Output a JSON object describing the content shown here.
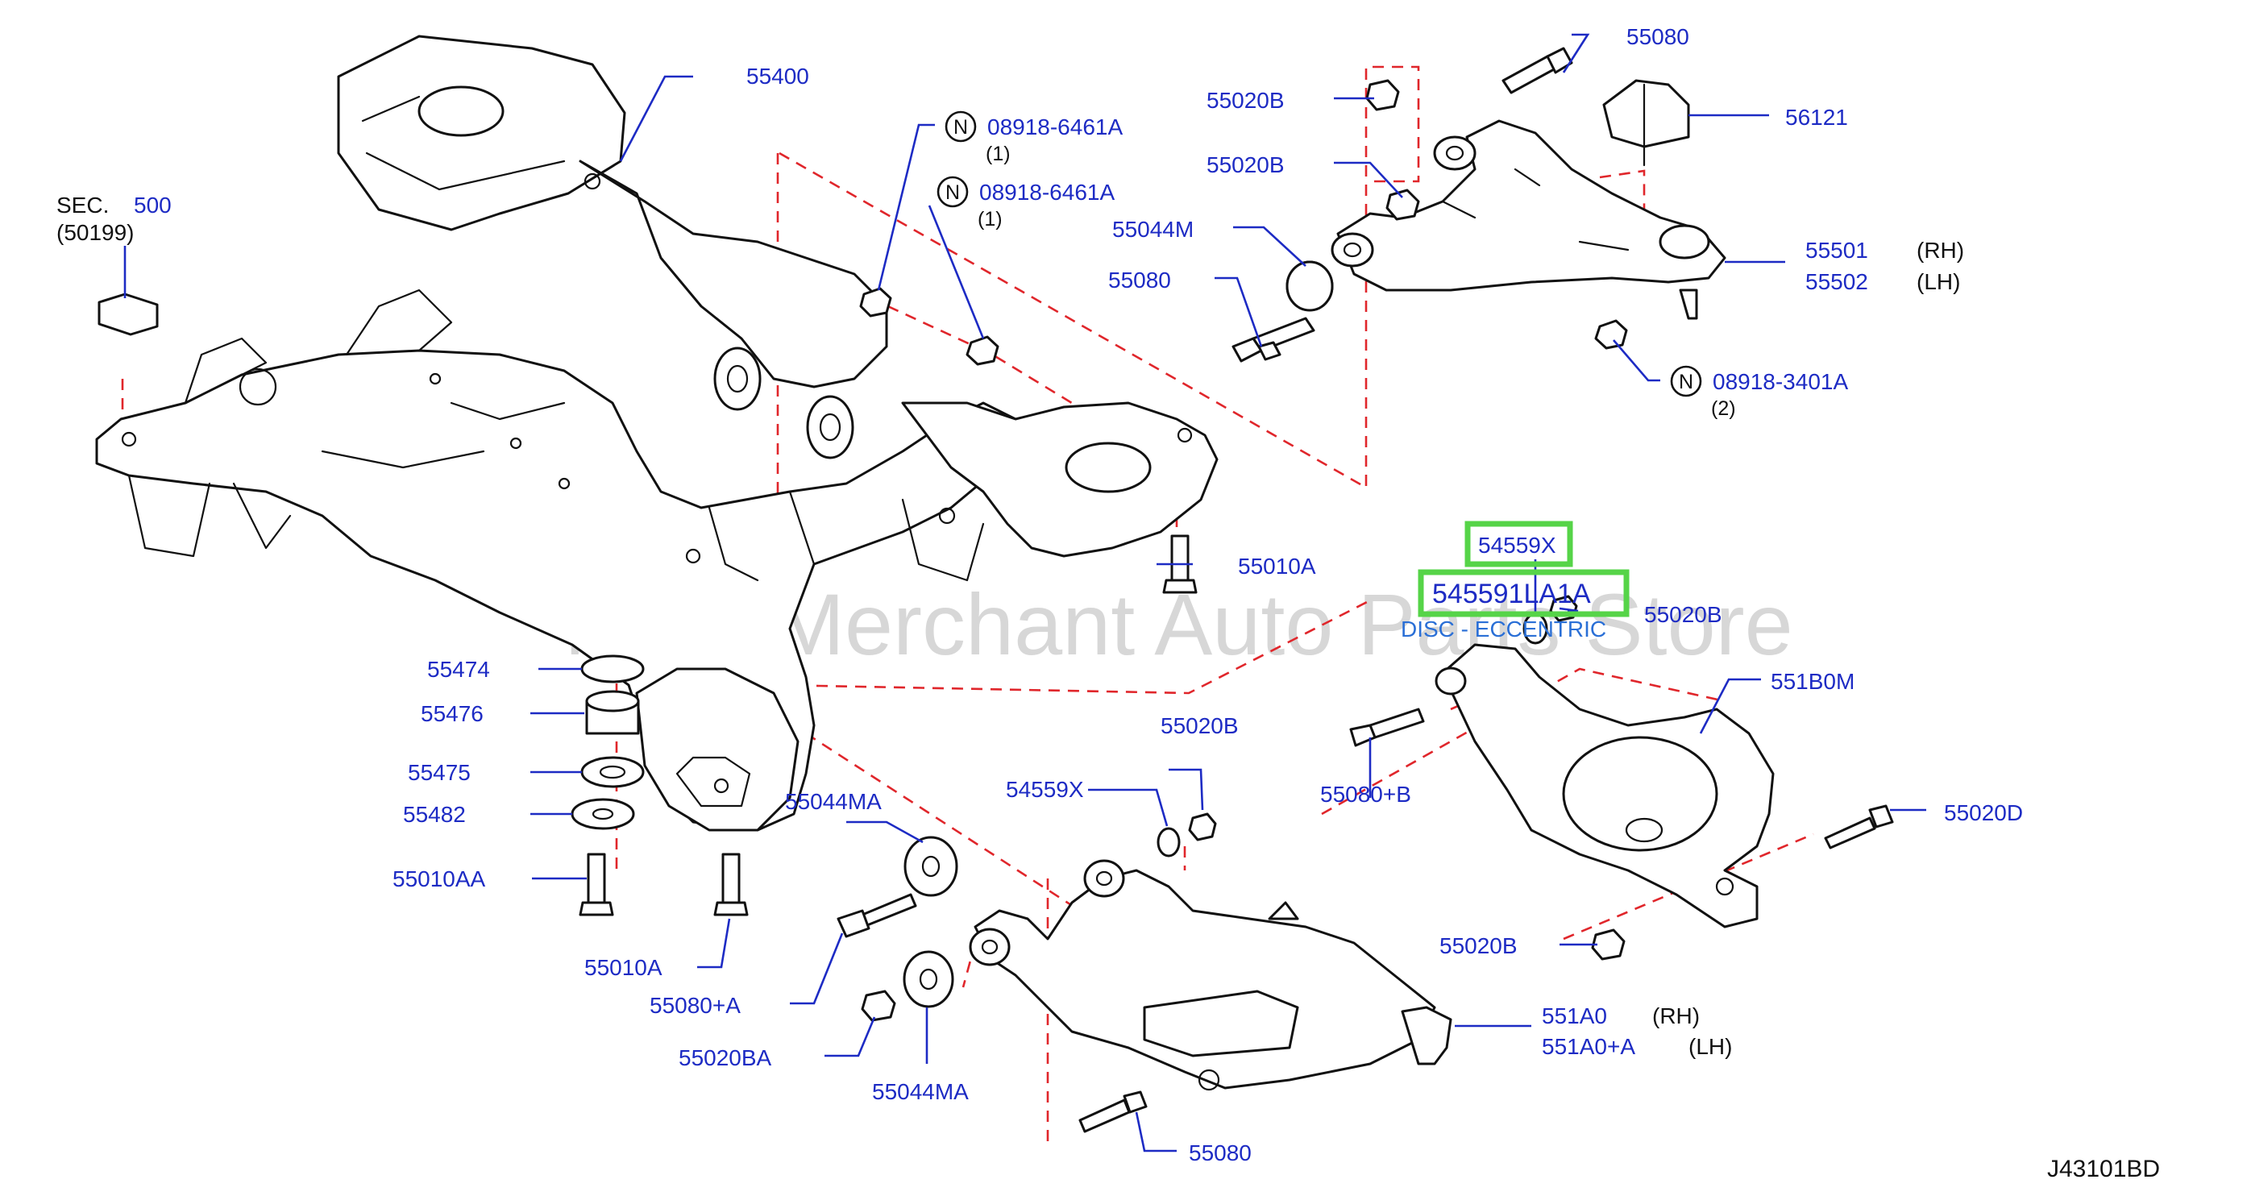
{
  "diagram": {
    "code": "J43101BD",
    "watermark": "Multi Merchant Auto Parts Store",
    "colors": {
      "label": "#1d2bc4",
      "dash": "#e0262b",
      "highlight": "#56d448",
      "ink": "#111111"
    },
    "labels": {
      "l55400": "55400",
      "sec_label": "SEC.",
      "sec_num": "500",
      "sec_sub": "(50199)",
      "n1_code": "08918-6461A",
      "n1_qty": "(1)",
      "n2_code": "08918-6461A",
      "n2_qty": "(1)",
      "n3_code": "08918-3401A",
      "n3_qty": "(2)",
      "n_symbol": "N",
      "l55080_top": "55080",
      "l55020B_a": "55020B",
      "l55020B_b": "55020B",
      "l56121": "56121",
      "l55044M": "55044M",
      "l55080_mid": "55080",
      "l55501": "55501",
      "l55502": "55502",
      "rh1": "(RH)",
      "lh1": "(LH)",
      "l55010A_right": "55010A",
      "l54559X_hl": "54559X",
      "l545591LA1A": "545591LA1A",
      "disc": "DISC - ECCENTRIC",
      "l55020B_c": "55020B",
      "l551B0M": "551B0M",
      "l55474": "55474",
      "l55476": "55476",
      "l55475": "55475",
      "l55482": "55482",
      "l55010AA": "55010AA",
      "l55010A_left": "55010A",
      "l55020B_d": "55020B",
      "l54559X": "54559X",
      "l55044MA_a": "55044MA",
      "l55080B": "55080+B",
      "l55020D": "55020D",
      "l55020B_e": "55020B",
      "l55080A": "55080+A",
      "l55020BA": "55020BA",
      "l55044MA_b": "55044MA",
      "l551A0": "551A0",
      "rh2": "(RH)",
      "l551A0A": "551A0+A",
      "lh2": "(LH)",
      "l55080_bot": "55080"
    }
  }
}
